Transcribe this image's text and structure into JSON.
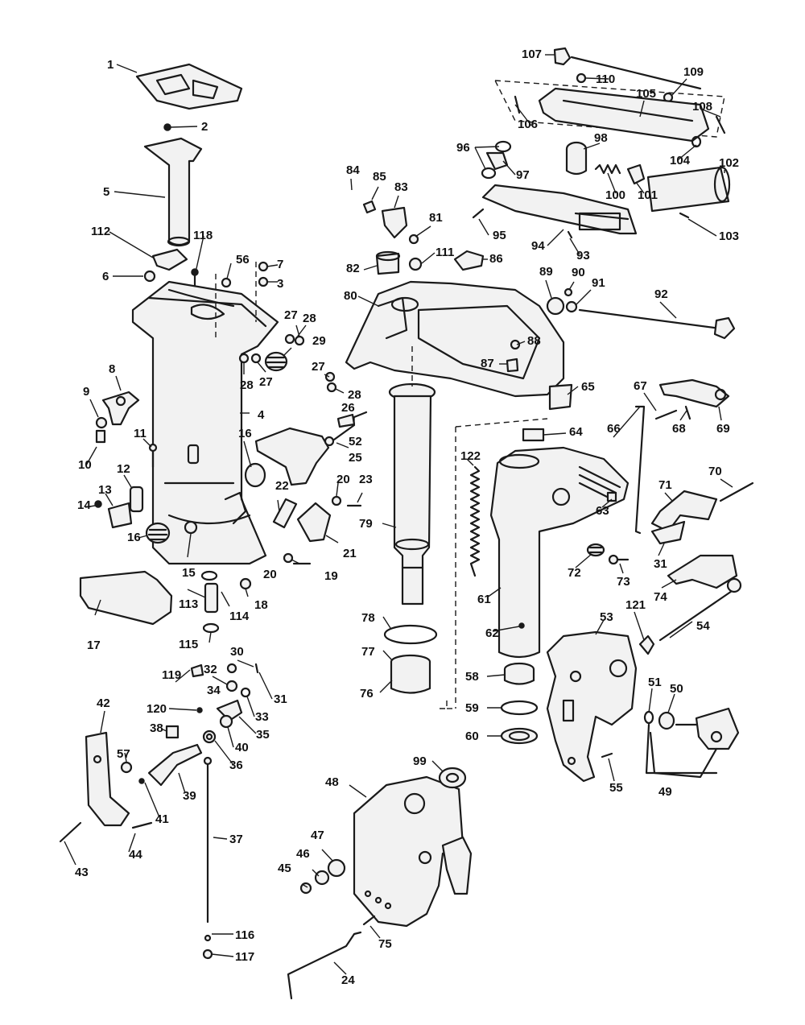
{
  "diagram": {
    "callouts": [
      {
        "id": "c1",
        "label": "1"
      },
      {
        "id": "c2",
        "label": "2"
      },
      {
        "id": "c3",
        "label": "3"
      },
      {
        "id": "c4",
        "label": "4"
      },
      {
        "id": "c5",
        "label": "5"
      },
      {
        "id": "c6",
        "label": "6"
      },
      {
        "id": "c7",
        "label": "7"
      },
      {
        "id": "c8",
        "label": "8"
      },
      {
        "id": "c9",
        "label": "9"
      },
      {
        "id": "c10",
        "label": "10"
      },
      {
        "id": "c11",
        "label": "11"
      },
      {
        "id": "c12",
        "label": "12"
      },
      {
        "id": "c13",
        "label": "13"
      },
      {
        "id": "c14",
        "label": "14"
      },
      {
        "id": "c15",
        "label": "15"
      },
      {
        "id": "c16a",
        "label": "16"
      },
      {
        "id": "c16b",
        "label": "16"
      },
      {
        "id": "c17",
        "label": "17"
      },
      {
        "id": "c18",
        "label": "18"
      },
      {
        "id": "c19",
        "label": "19"
      },
      {
        "id": "c20a",
        "label": "20"
      },
      {
        "id": "c20b",
        "label": "20"
      },
      {
        "id": "c21",
        "label": "21"
      },
      {
        "id": "c22",
        "label": "22"
      },
      {
        "id": "c23",
        "label": "23"
      },
      {
        "id": "c24",
        "label": "24"
      },
      {
        "id": "c25",
        "label": "25"
      },
      {
        "id": "c26",
        "label": "26"
      },
      {
        "id": "c27a",
        "label": "27"
      },
      {
        "id": "c27b",
        "label": "27"
      },
      {
        "id": "c27c",
        "label": "27"
      },
      {
        "id": "c28a",
        "label": "28"
      },
      {
        "id": "c28b",
        "label": "28"
      },
      {
        "id": "c28c",
        "label": "28"
      },
      {
        "id": "c29",
        "label": "29"
      },
      {
        "id": "c30",
        "label": "30"
      },
      {
        "id": "c31a",
        "label": "31"
      },
      {
        "id": "c31b",
        "label": "31"
      },
      {
        "id": "c32",
        "label": "32"
      },
      {
        "id": "c33",
        "label": "33"
      },
      {
        "id": "c34",
        "label": "34"
      },
      {
        "id": "c35",
        "label": "35"
      },
      {
        "id": "c36",
        "label": "36"
      },
      {
        "id": "c37",
        "label": "37"
      },
      {
        "id": "c38",
        "label": "38"
      },
      {
        "id": "c39",
        "label": "39"
      },
      {
        "id": "c40",
        "label": "40"
      },
      {
        "id": "c41",
        "label": "41"
      },
      {
        "id": "c42",
        "label": "42"
      },
      {
        "id": "c43",
        "label": "43"
      },
      {
        "id": "c44",
        "label": "44"
      },
      {
        "id": "c45",
        "label": "45"
      },
      {
        "id": "c46",
        "label": "46"
      },
      {
        "id": "c47",
        "label": "47"
      },
      {
        "id": "c48",
        "label": "48"
      },
      {
        "id": "c49",
        "label": "49"
      },
      {
        "id": "c50",
        "label": "50"
      },
      {
        "id": "c51",
        "label": "51"
      },
      {
        "id": "c52",
        "label": "52"
      },
      {
        "id": "c53",
        "label": "53"
      },
      {
        "id": "c54",
        "label": "54"
      },
      {
        "id": "c55",
        "label": "55"
      },
      {
        "id": "c56",
        "label": "56"
      },
      {
        "id": "c57",
        "label": "57"
      },
      {
        "id": "c58",
        "label": "58"
      },
      {
        "id": "c59",
        "label": "59"
      },
      {
        "id": "c60",
        "label": "60"
      },
      {
        "id": "c61",
        "label": "61"
      },
      {
        "id": "c62",
        "label": "62"
      },
      {
        "id": "c63",
        "label": "63"
      },
      {
        "id": "c64",
        "label": "64"
      },
      {
        "id": "c65",
        "label": "65"
      },
      {
        "id": "c66",
        "label": "66"
      },
      {
        "id": "c67",
        "label": "67"
      },
      {
        "id": "c68",
        "label": "68"
      },
      {
        "id": "c69",
        "label": "69"
      },
      {
        "id": "c70",
        "label": "70"
      },
      {
        "id": "c71",
        "label": "71"
      },
      {
        "id": "c72",
        "label": "72"
      },
      {
        "id": "c73",
        "label": "73"
      },
      {
        "id": "c74",
        "label": "74"
      },
      {
        "id": "c75",
        "label": "75"
      },
      {
        "id": "c76",
        "label": "76"
      },
      {
        "id": "c77",
        "label": "77"
      },
      {
        "id": "c78",
        "label": "78"
      },
      {
        "id": "c79",
        "label": "79"
      },
      {
        "id": "c80",
        "label": "80"
      },
      {
        "id": "c81",
        "label": "81"
      },
      {
        "id": "c82",
        "label": "82"
      },
      {
        "id": "c83",
        "label": "83"
      },
      {
        "id": "c84",
        "label": "84"
      },
      {
        "id": "c85",
        "label": "85"
      },
      {
        "id": "c86",
        "label": "86"
      },
      {
        "id": "c87",
        "label": "87"
      },
      {
        "id": "c88",
        "label": "88"
      },
      {
        "id": "c89",
        "label": "89"
      },
      {
        "id": "c90",
        "label": "90"
      },
      {
        "id": "c91",
        "label": "91"
      },
      {
        "id": "c92",
        "label": "92"
      },
      {
        "id": "c93",
        "label": "93"
      },
      {
        "id": "c94",
        "label": "94"
      },
      {
        "id": "c95",
        "label": "95"
      },
      {
        "id": "c96",
        "label": "96"
      },
      {
        "id": "c97",
        "label": "97"
      },
      {
        "id": "c98",
        "label": "98"
      },
      {
        "id": "c99",
        "label": "99"
      },
      {
        "id": "c100",
        "label": "100"
      },
      {
        "id": "c101",
        "label": "101"
      },
      {
        "id": "c102",
        "label": "102"
      },
      {
        "id": "c103",
        "label": "103"
      },
      {
        "id": "c104",
        "label": "104"
      },
      {
        "id": "c105",
        "label": "105"
      },
      {
        "id": "c106",
        "label": "106"
      },
      {
        "id": "c107",
        "label": "107"
      },
      {
        "id": "c108",
        "label": "108"
      },
      {
        "id": "c109",
        "label": "109"
      },
      {
        "id": "c110",
        "label": "110"
      },
      {
        "id": "c111",
        "label": "111"
      },
      {
        "id": "c112",
        "label": "112"
      },
      {
        "id": "c113",
        "label": "113"
      },
      {
        "id": "c114",
        "label": "114"
      },
      {
        "id": "c115",
        "label": "115"
      },
      {
        "id": "c116",
        "label": "116"
      },
      {
        "id": "c117",
        "label": "117"
      },
      {
        "id": "c118",
        "label": "118"
      },
      {
        "id": "c119",
        "label": "119"
      },
      {
        "id": "c120",
        "label": "120"
      },
      {
        "id": "c121",
        "label": "121"
      },
      {
        "id": "c122",
        "label": "122"
      }
    ]
  }
}
